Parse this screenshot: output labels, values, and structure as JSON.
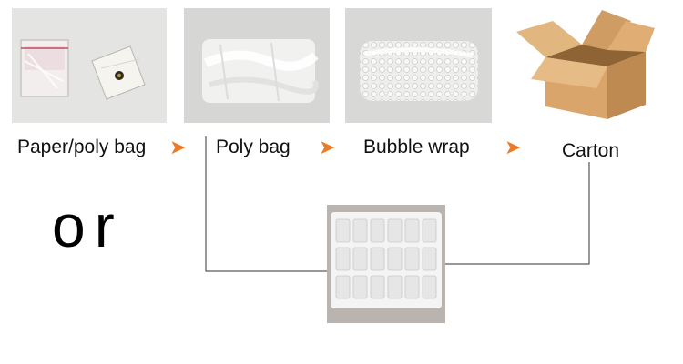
{
  "flow": {
    "steps": [
      {
        "label": "Paper/poly bag",
        "icon": "paper-poly-bag-photo"
      },
      {
        "label": "Poly bag",
        "icon": "poly-bag-photo"
      },
      {
        "label": "Bubble wrap",
        "icon": "bubble-wrap-photo"
      },
      {
        "label": "Carton",
        "icon": "carton-photo"
      }
    ],
    "arrow_glyph": "➤",
    "arrow_color": "#ee7a24"
  },
  "alternative": {
    "or_text": "or",
    "tray_icon": "blister-tray-photo"
  }
}
